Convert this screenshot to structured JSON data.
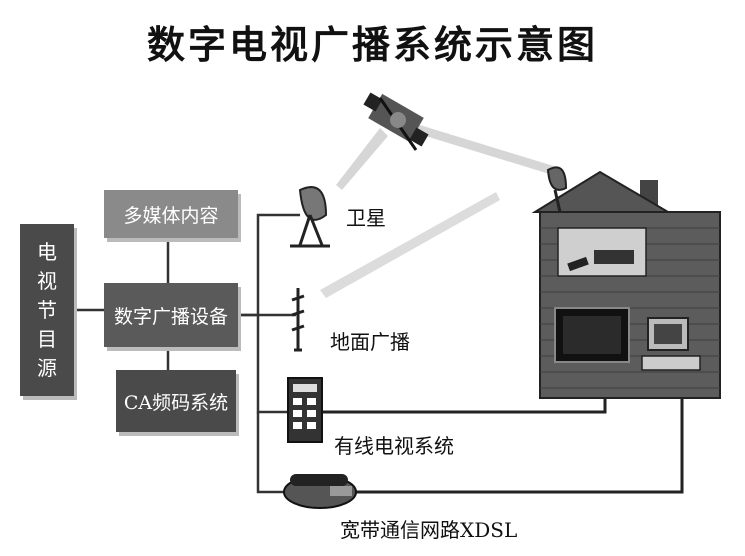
{
  "title": "数字电视广播系统示意图",
  "left_source": {
    "chars": [
      "电",
      "视",
      "节",
      "目",
      "源"
    ]
  },
  "boxes": {
    "multimedia": "多媒体内容",
    "digital_broadcast": "数字广播设备",
    "ca_system": "CA频码系统"
  },
  "labels": {
    "satellite": "卫星",
    "terrestrial": "地面广播",
    "cable": "有线电视系统",
    "broadband": "宽带通信网路XDSL"
  }
}
